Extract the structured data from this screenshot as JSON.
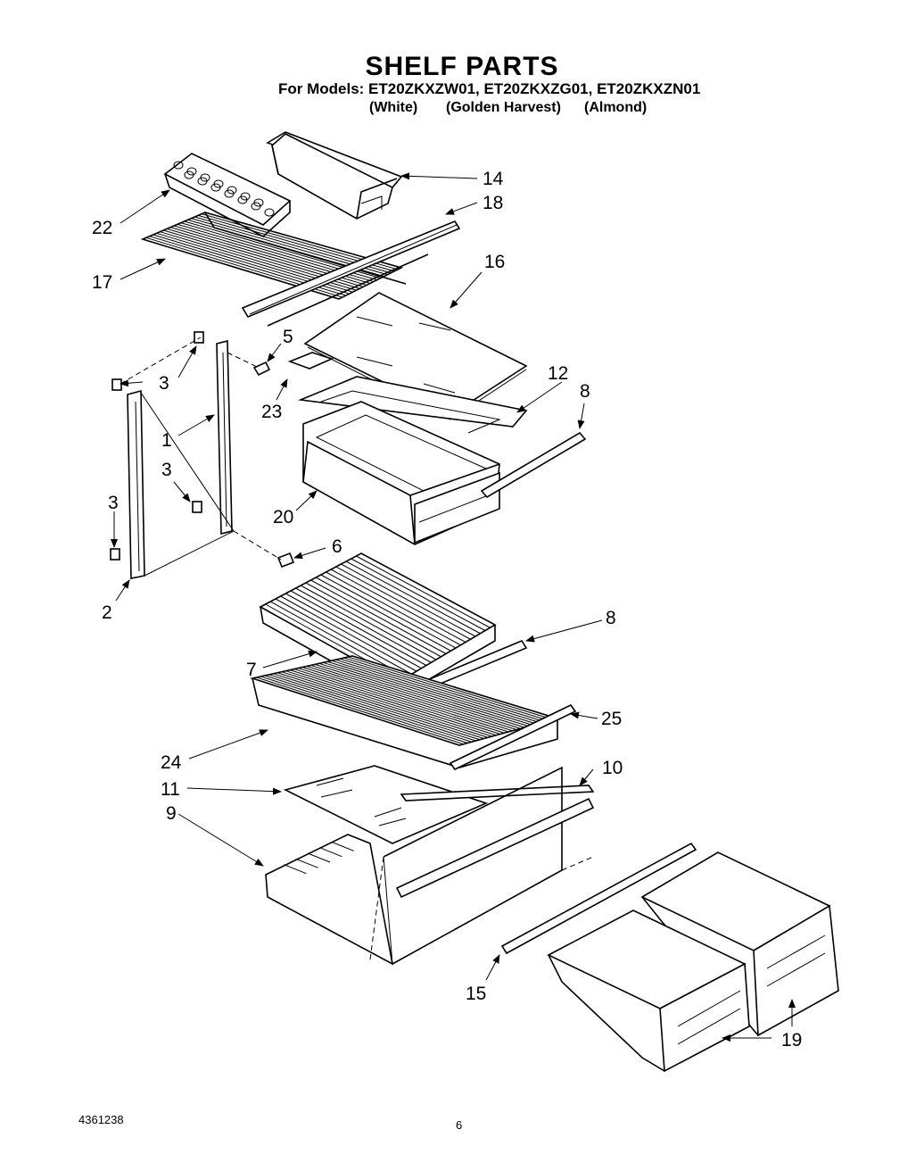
{
  "header": {
    "title": "SHELF PARTS",
    "models_line": "For Models: ET20ZKXZW01, ET20ZKXZG01, ET20ZKXZN01",
    "color_white": "(White)",
    "color_golden": "(Golden Harvest)",
    "color_almond": "(Almond)"
  },
  "callouts": {
    "c14": "14",
    "c18": "18",
    "c22": "22",
    "c17": "17",
    "c16": "16",
    "c5": "5",
    "c3a": "3",
    "c23": "23",
    "c12": "12",
    "c8a": "8",
    "c1": "1",
    "c3b": "3",
    "c3c": "3",
    "c20": "20",
    "c6": "6",
    "c2": "2",
    "c8b": "8",
    "c7": "7",
    "c25": "25",
    "c24": "24",
    "c10": "10",
    "c11": "11",
    "c9": "9",
    "c15": "15",
    "c19": "19"
  },
  "footer": {
    "doc_number": "4361238",
    "page_number": "6"
  }
}
